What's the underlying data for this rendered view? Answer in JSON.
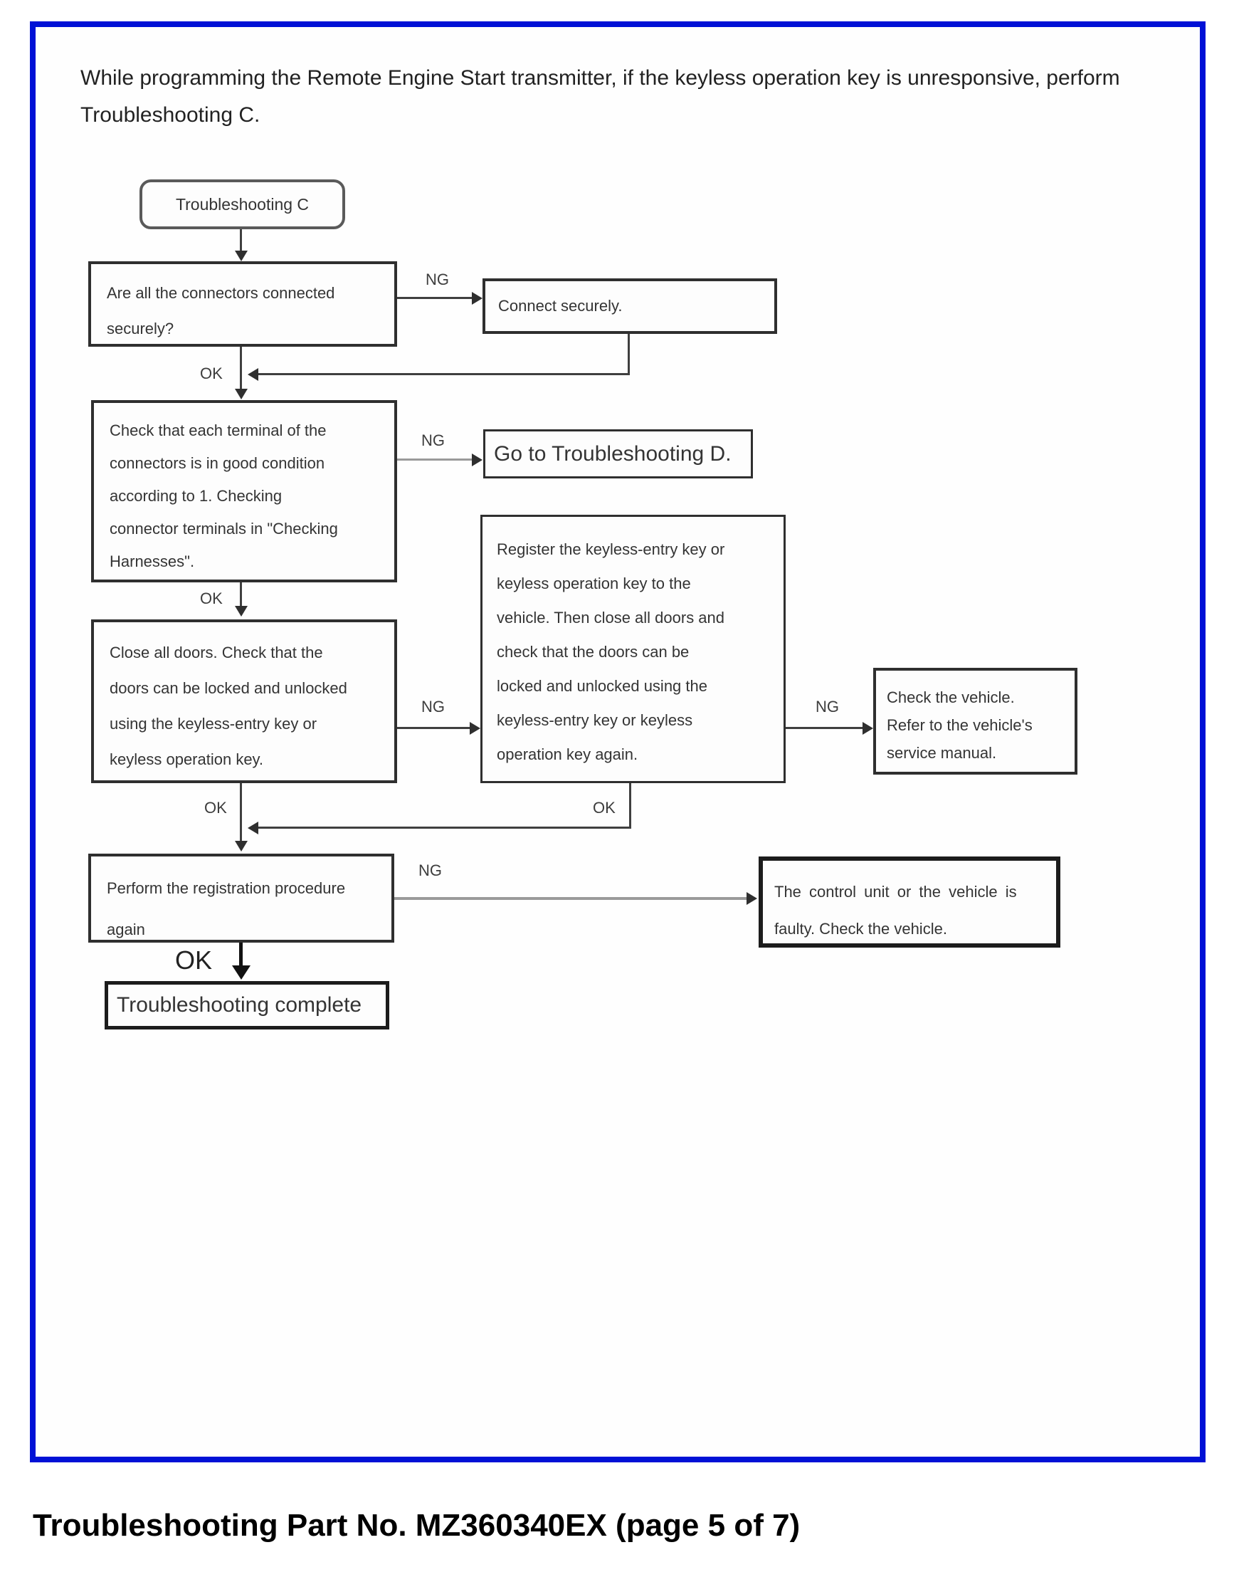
{
  "page": {
    "intro": "While programming the Remote Engine Start transmitter, if the keyless operation key is unresponsive, perform Troubleshooting C.",
    "caption": "Troubleshooting Part No. MZ360340EX (page 5 of 7)",
    "frame_color": "#0011d6"
  },
  "flow": {
    "labels": {
      "ng": "NG",
      "ok": "OK"
    },
    "start": {
      "label": "Troubleshooting C"
    },
    "box_connectors": {
      "lines": [
        "Are all the connectors connected",
        "securely?"
      ]
    },
    "box_connect_securely": {
      "label": "Connect securely."
    },
    "box_terminals": {
      "lines": [
        "Check that each terminal of the",
        "connectors is in good condition",
        "according to 1. Checking",
        "connector terminals in \"Checking",
        "Harnesses\"."
      ]
    },
    "box_goto_d": {
      "label": "Go to Troubleshooting D."
    },
    "box_close_doors": {
      "lines": [
        "Close all doors. Check that the",
        "doors can be locked and unlocked",
        "using the keyless-entry key or",
        "keyless operation key."
      ]
    },
    "box_register": {
      "lines": [
        "Register the keyless-entry key or",
        "keyless operation key to the",
        "vehicle. Then close all doors and",
        "check that the doors can be",
        "locked and unlocked using the",
        "keyless-entry key or keyless",
        "operation key again."
      ]
    },
    "box_check_vehicle": {
      "lines": [
        "Check the vehicle.",
        "Refer to the vehicle's",
        "service manual."
      ]
    },
    "box_perform": {
      "lines": [
        "Perform the registration procedure",
        "again"
      ]
    },
    "box_control_unit": {
      "lines": [
        "The control unit or the vehicle is",
        "faulty. Check the vehicle."
      ]
    },
    "box_complete": {
      "label": "Troubleshooting complete"
    }
  }
}
